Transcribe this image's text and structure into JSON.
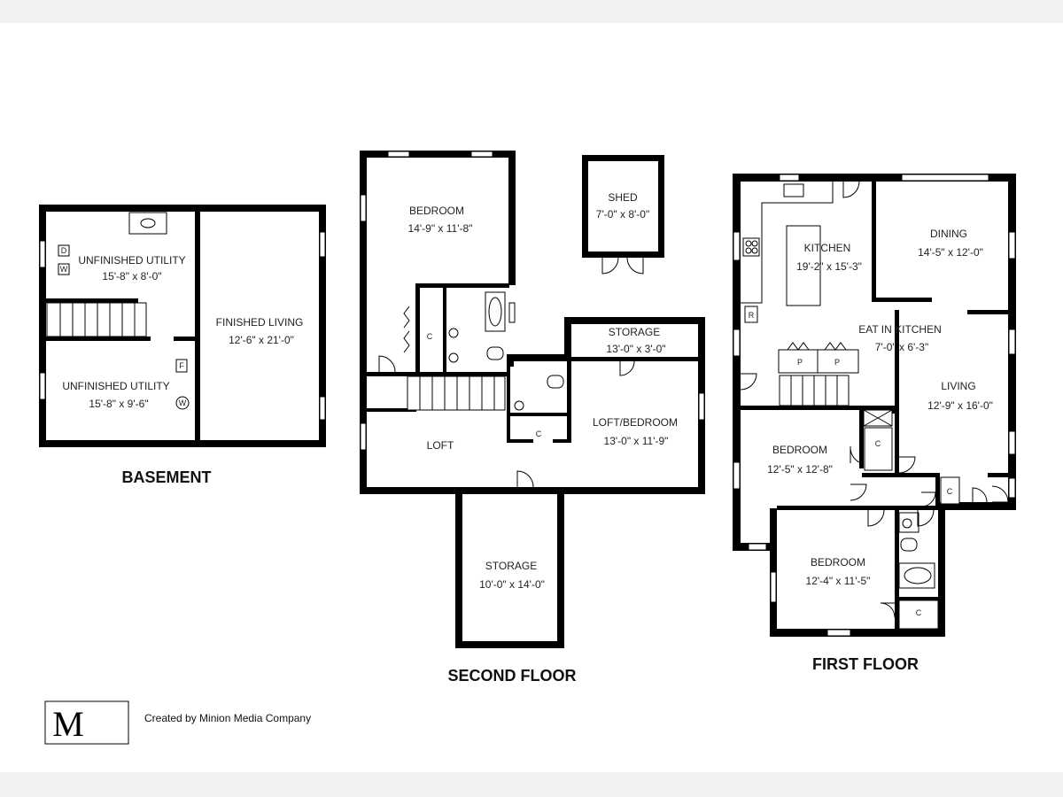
{
  "floors": {
    "basement": "BASEMENT",
    "second": "SECOND FLOOR",
    "first": "FIRST FLOOR"
  },
  "rooms": {
    "b_util1": {
      "name": "UNFINISHED UTILITY",
      "dims": "15'-8\" x 8'-0\""
    },
    "b_util2": {
      "name": "UNFINISHED UTILITY",
      "dims": "15'-8\" x 9'-6\""
    },
    "b_living": {
      "name": "FINISHED LIVING",
      "dims": "12'-6\" x 21'-0\""
    },
    "s_bedroom": {
      "name": "BEDROOM",
      "dims": "14'-9\" x 11'-8\""
    },
    "s_shed": {
      "name": "SHED",
      "dims": "7'-0\" x 8'-0\""
    },
    "s_storage1": {
      "name": "STORAGE",
      "dims": "13'-0\" x 3'-0\""
    },
    "s_loftbed": {
      "name": "LOFT/BEDROOM",
      "dims": "13'-0\" x 11'-9\""
    },
    "s_loft": {
      "name": "LOFT"
    },
    "s_storage2": {
      "name": "STORAGE",
      "dims": "10'-0\" x 14'-0\""
    },
    "f_kitchen": {
      "name": "KITCHEN",
      "dims": "19'-2\" x 15'-3\""
    },
    "f_dining": {
      "name": "DINING",
      "dims": "14'-5\" x 12'-0\""
    },
    "f_eatin": {
      "name": "EAT IN KITCHEN",
      "dims": "7'-0\" x 6'-3\""
    },
    "f_living": {
      "name": "LIVING",
      "dims": "12'-9\" x 16'-0\""
    },
    "f_bed1": {
      "name": "BEDROOM",
      "dims": "12'-5\" x 12'-8\""
    },
    "f_bed2": {
      "name": "BEDROOM",
      "dims": "12'-4\" x 11'-5\""
    }
  },
  "symbols": {
    "dryer": "D",
    "washer": "W",
    "furnace": "F",
    "water_heater": "W",
    "closet": "C",
    "pantry": "P",
    "refrigerator": "R"
  },
  "branding": {
    "logo": "M",
    "credit": "Created by Minion Media Company"
  }
}
